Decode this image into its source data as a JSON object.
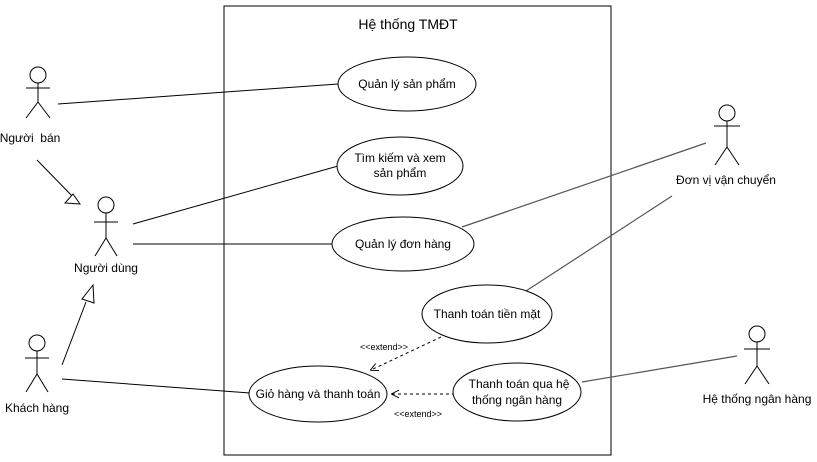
{
  "system": {
    "title": "Hệ thống TMĐT"
  },
  "actors": {
    "nguoi_ban": "Người  bán",
    "nguoi_dung": "Người dùng",
    "khach_hang": "Khách hàng",
    "van_chuyen": "Đơn vị vận chuyển",
    "ngan_hang": "Hệ thống ngân hàng"
  },
  "usecases": {
    "quan_ly_san_pham": "Quản lý sản phẩm",
    "tim_kiem_line1": "Tìm kiếm và xem",
    "tim_kiem_line2": "sản phẩm",
    "quan_ly_don_hang": "Quản lý đơn hàng",
    "thanh_toan_tien_mat": "Thanh toán tiền mặt",
    "gio_hang": "Giỏ hàng và thanh toán",
    "ngan_hang_line1": "Thanh  toán qua hệ",
    "ngan_hang_line2": "thống ngân hàng"
  },
  "relations": {
    "extend_1": "<<extend>>",
    "extend_2": "<<extend>>"
  },
  "colors": {
    "line": "#000000",
    "association": "#555555",
    "background": "#ffffff"
  }
}
